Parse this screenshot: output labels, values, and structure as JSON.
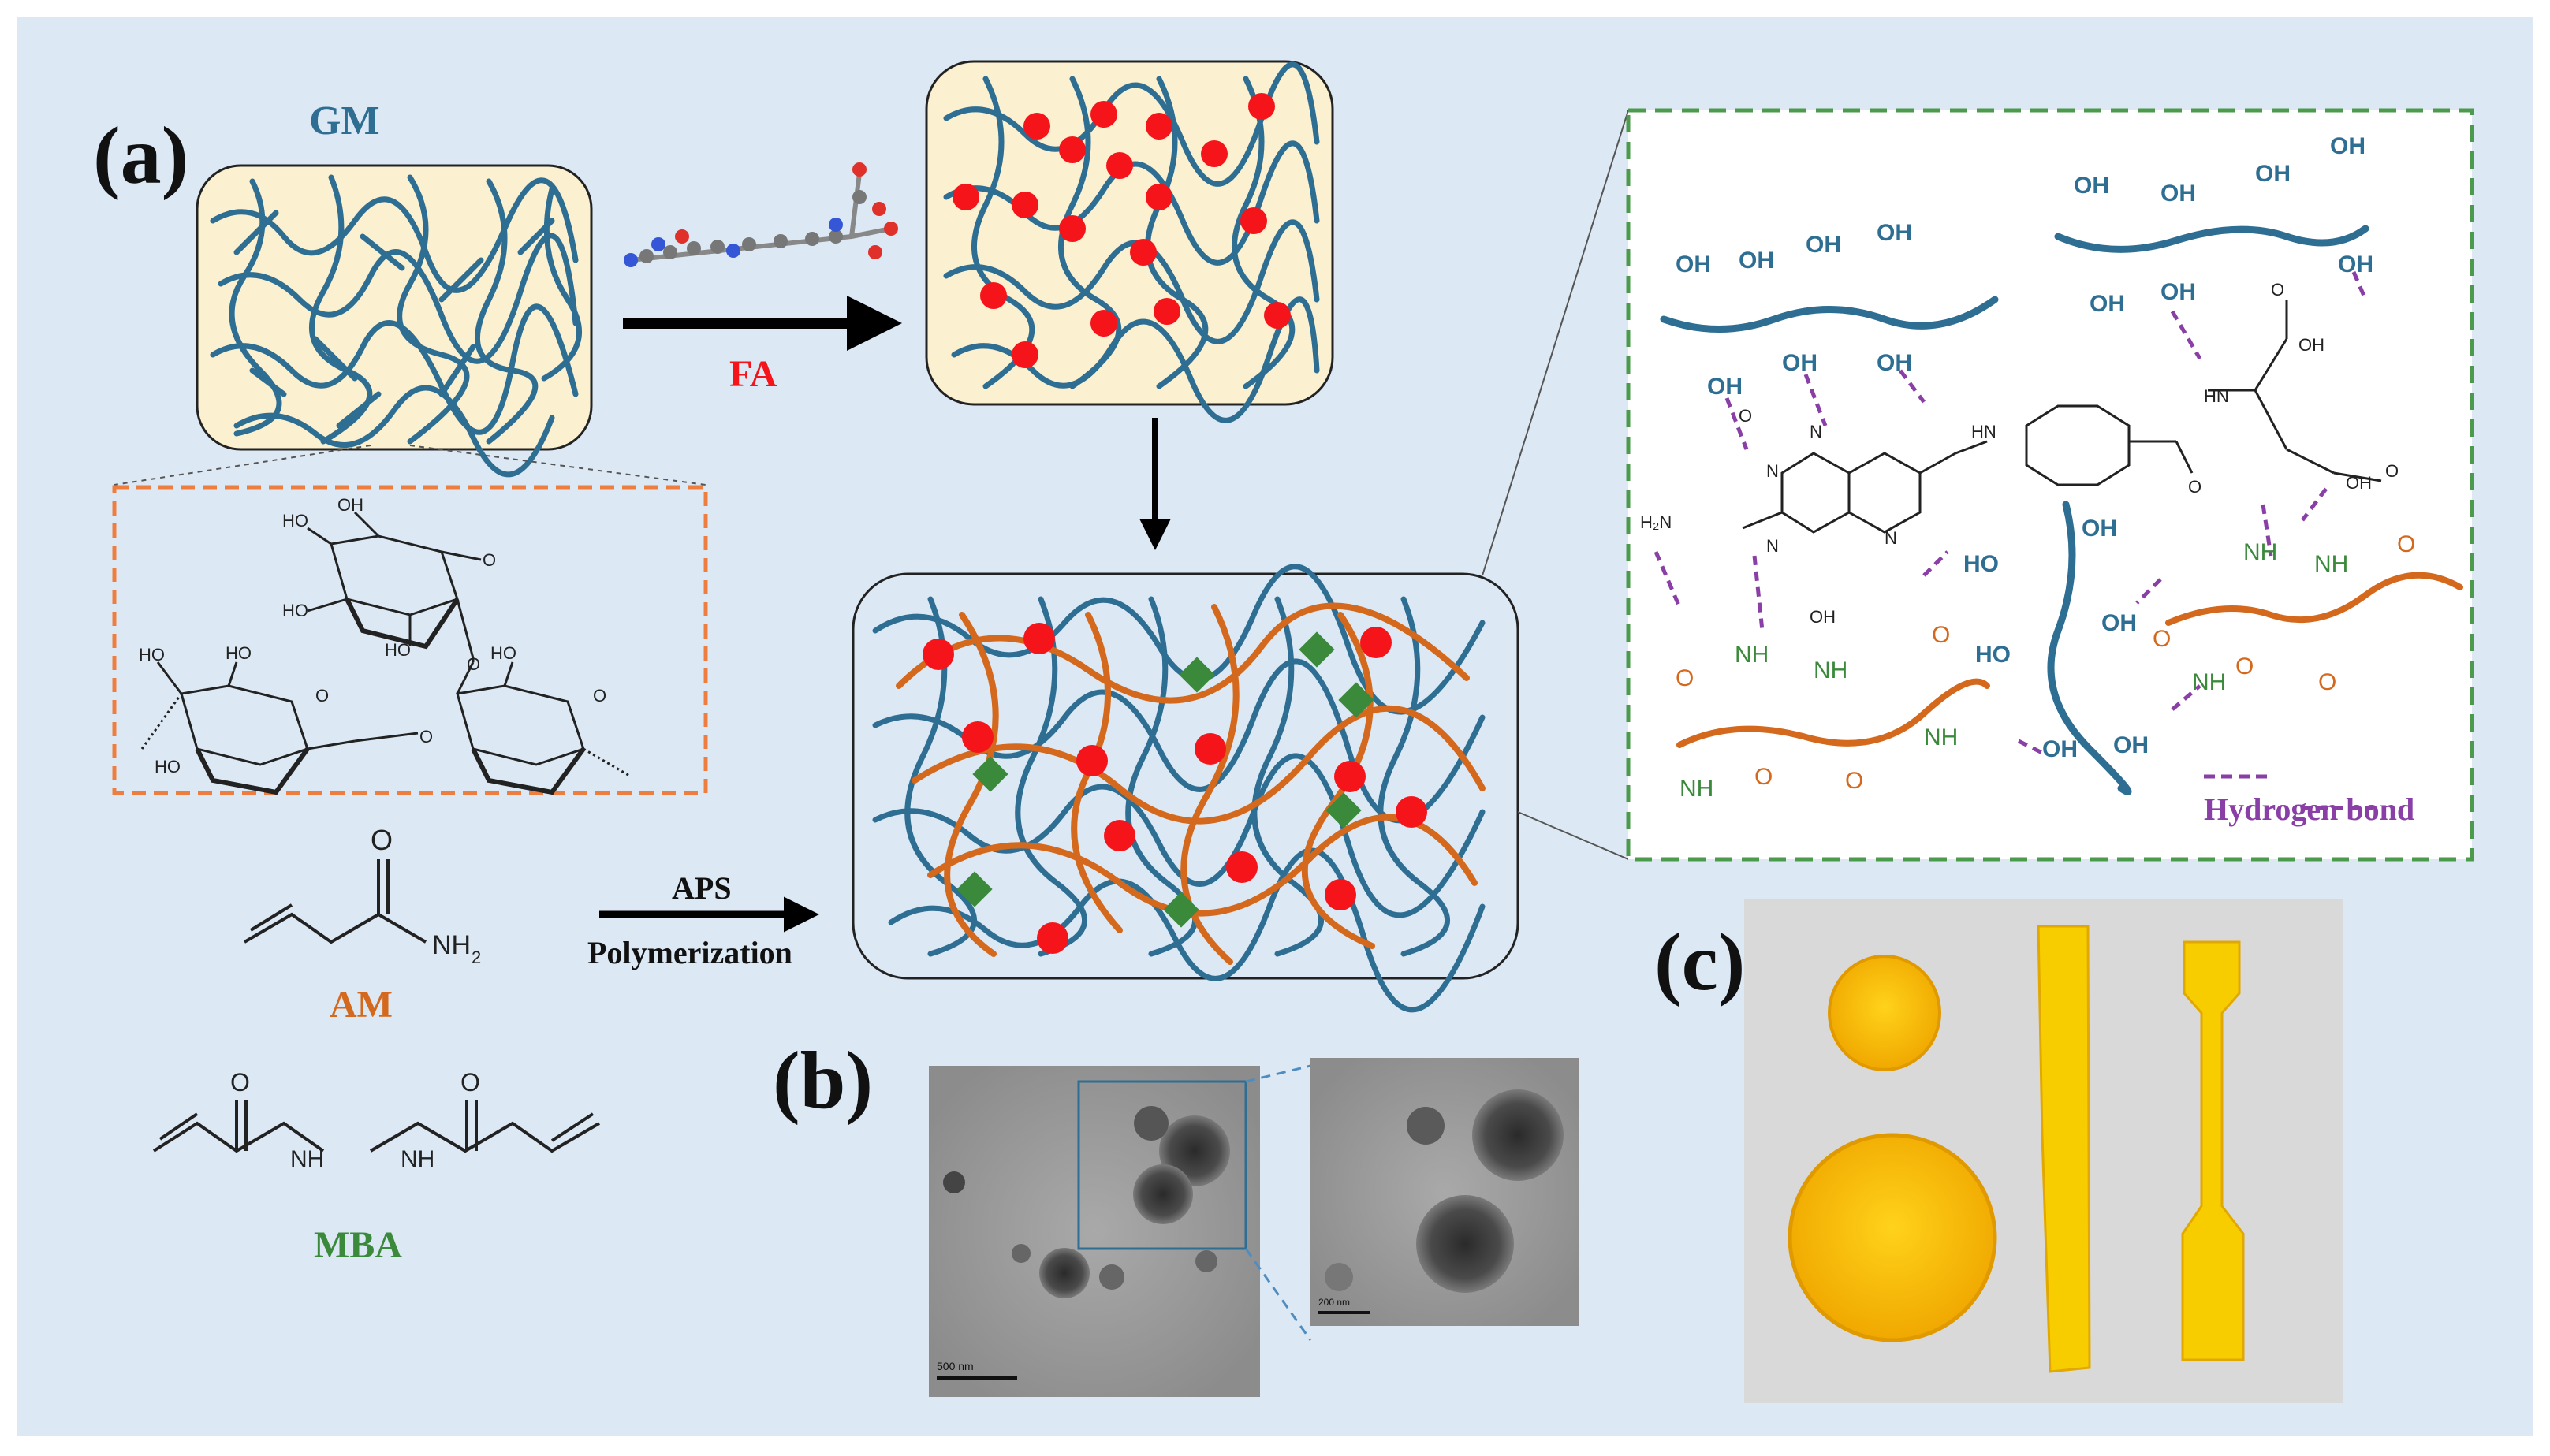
{
  "panels": {
    "a": "(a)",
    "b": "(b)",
    "c": "(c)"
  },
  "labels": {
    "gm": "GM",
    "fa": "FA",
    "am": "AM",
    "mba": "MBA",
    "aps": "APS",
    "polymerization": "Polymerization",
    "hydrogen_bond": "Hydrogen bond"
  },
  "chem": {
    "oh": "OH",
    "ho": "HO",
    "o": "O",
    "n": "N",
    "hn": "HN",
    "nh": "NH",
    "nh2": "NH",
    "sub2": "2",
    "h2n": "H₂N"
  },
  "scale_bars": {
    "left": "500 nm",
    "right": "200 nm"
  },
  "colors": {
    "background": "#dce9f5",
    "cream": "#fbf0cf",
    "gm_blue": "#2f6e93",
    "fa_red": "#f4141a",
    "am_orange": "#d4691d",
    "mba_green": "#3b8a3c",
    "hbond_purple": "#8a3fa6",
    "zoom_orange": "#ee7e3f",
    "zoom_green": "#4c9a4c",
    "gel_yellow": "#f5c400"
  },
  "icons": [
    "reaction-arrow-icon",
    "down-arrow-icon"
  ]
}
